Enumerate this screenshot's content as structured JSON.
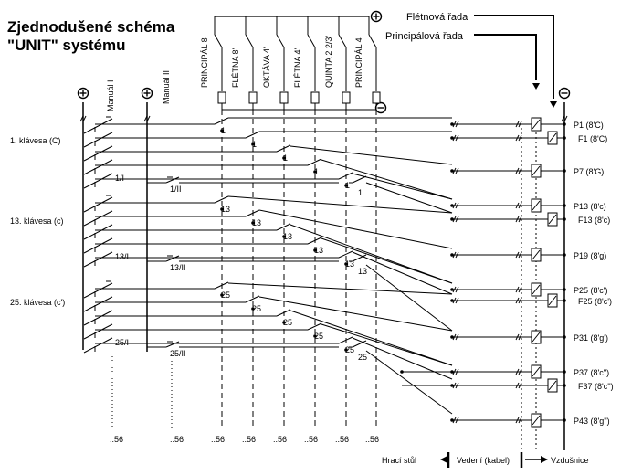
{
  "title_line1": "Zjednodušené schéma",
  "title_line2": "\"UNIT\" systému",
  "plus_symbol": "⊕",
  "minus_symbol": "⊖",
  "stop_labels": [
    "PRINCIPÁL 8'",
    "FLÉTNA 8'",
    "OKTÁVA 4'",
    "FLÉTNA 4'",
    "QUINTA 2 2/3'",
    "PRINCIPÁL 4'"
  ],
  "manual_labels": [
    "Manuál I",
    "Manuál II"
  ],
  "flute_rank_label": "Flétnová řada",
  "principal_rank_label": "Principálová řada",
  "key_labels": [
    "1. klávesa (C)",
    "13. klávesa (c)",
    "25. klávesa (c')"
  ],
  "manual_contact_labels": [
    "1/I",
    "1/II",
    "13/I",
    "13/II",
    "25/I",
    "25/II"
  ],
  "contact_numbers": [
    "1",
    "13",
    "25"
  ],
  "pipe_labels": [
    "P1 (8'C)",
    "F1 (8'C)",
    "P7 (8'G)",
    "P13 (8'c)",
    "F13 (8'c)",
    "P19 (8'g)",
    "P25 (8'c')",
    "F25 (8'c')",
    "P31 (8'g')",
    "P37 (8'c'')",
    "F37 (8'c'')",
    "P43 (8'g'')"
  ],
  "bottom_label": "..56",
  "section_labels": [
    "Hrací stůl",
    "Vedení (kabel)",
    "Vzdušnice"
  ]
}
